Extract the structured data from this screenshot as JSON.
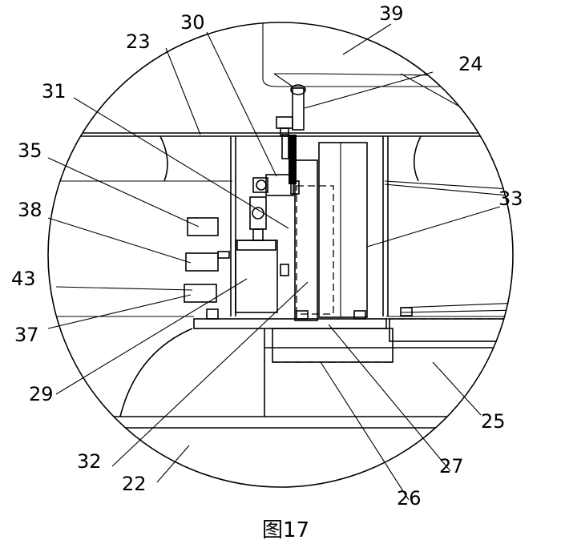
{
  "caption": "图17",
  "labels": {
    "l22": "22",
    "l23": "23",
    "l24": "24",
    "l25": "25",
    "l26": "26",
    "l27": "27",
    "l29": "29",
    "l30": "30",
    "l31": "31",
    "l32": "32",
    "l33": "33",
    "l35": "35",
    "l37": "37",
    "l38": "38",
    "l39": "39",
    "l43": "43"
  }
}
